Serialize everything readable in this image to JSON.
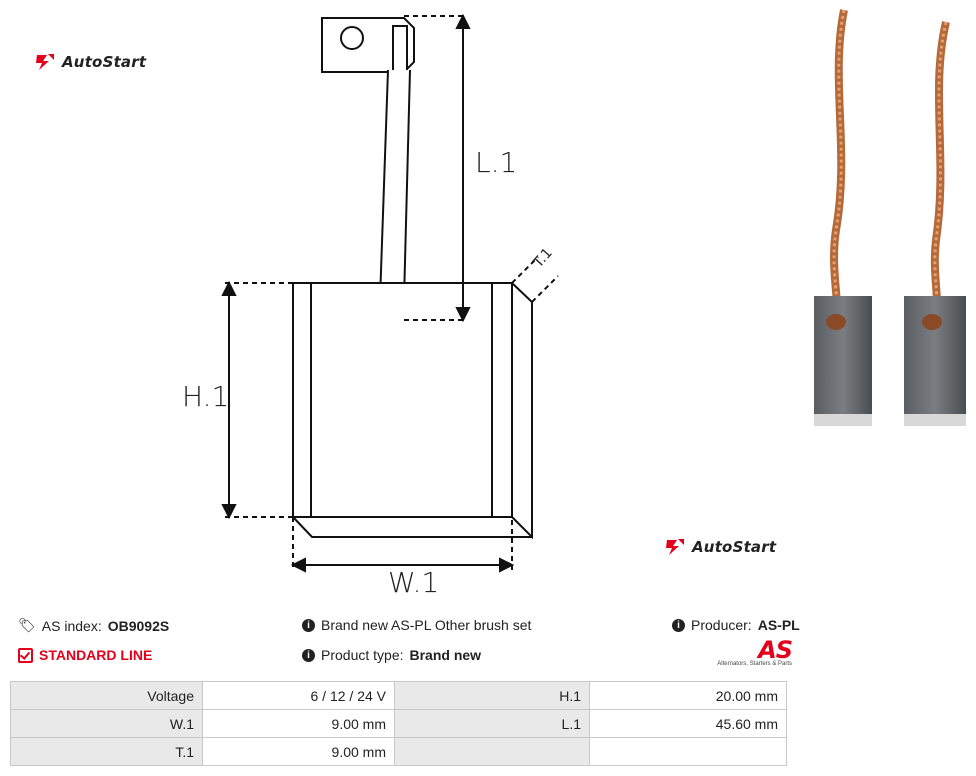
{
  "brand": {
    "name": "AutoStart",
    "accent_color": "#e3001b"
  },
  "diagram": {
    "label_l1": "L.1",
    "label_h1": "H.1",
    "label_w1": "W.1",
    "label_t1": "T.1"
  },
  "product": {
    "as_index_label": "AS index:",
    "as_index_value": "OB9092S",
    "line_label": "STANDARD LINE",
    "description": "Brand new AS-PL Other brush set",
    "type_label": "Product type:",
    "type_value": "Brand new",
    "producer_label": "Producer:",
    "producer_value": "AS-PL",
    "producer_logo_text": "AS",
    "producer_tagline": "Alternators, Starters & Parts"
  },
  "specs": {
    "rows": [
      {
        "k1": "Voltage",
        "v1": "6 / 12 / 24 V",
        "k2": "H.1",
        "v2": "20.00 mm"
      },
      {
        "k1": "W.1",
        "v1": "9.00 mm",
        "k2": "L.1",
        "v2": "45.60 mm"
      },
      {
        "k1": "T.1",
        "v1": "9.00 mm",
        "k2": "",
        "v2": ""
      }
    ]
  }
}
